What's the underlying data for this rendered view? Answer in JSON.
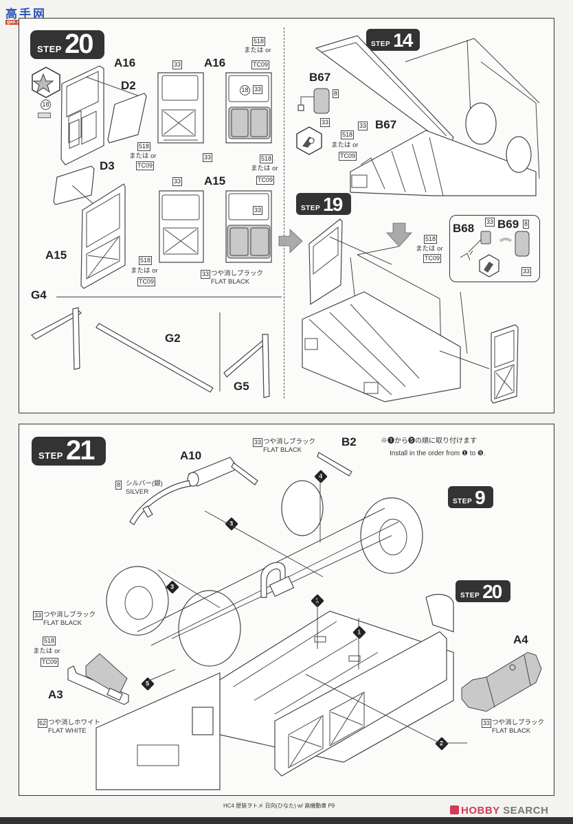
{
  "watermark": {
    "title": "高手网",
    "site": "gao.shou.com"
  },
  "top_panel": {
    "step20": {
      "word": "STEP",
      "number": "20"
    },
    "step14": {
      "word": "STEP",
      "number": "14"
    },
    "step19": {
      "word": "STEP",
      "number": "19"
    },
    "parts": {
      "A16_left": "A16",
      "D2": "D2",
      "A16_center": "A16",
      "D3": "D3",
      "A15_left": "A15",
      "A15_center": "A15",
      "G4": "G4",
      "G2": "G2",
      "G5": "G5",
      "B67_mirror": "B67",
      "B67_bracket": "B67",
      "B68": "B68",
      "B69": "B69"
    },
    "paint": {
      "c18": "18",
      "c33": "33",
      "c518": "518",
      "tc09": "TC09",
      "c8": "8",
      "or_text": "または or",
      "flat_black_jp": "つや消しブラック",
      "flat_black_en": "FLAT BLACK"
    }
  },
  "bottom_panel": {
    "step21": {
      "word": "STEP",
      "number": "21"
    },
    "step9": {
      "word": "STEP",
      "number": "9"
    },
    "step20": {
      "word": "STEP",
      "number": "20"
    },
    "parts": {
      "A10": "A10",
      "B2": "B2",
      "A3": "A3",
      "A4": "A4"
    },
    "paint": {
      "c8": "8",
      "silver_jp": "シルバー(銀)",
      "silver_en": "SILVER",
      "c33": "33",
      "flat_black_jp": "つや消しブラック",
      "flat_black_en": "FLAT BLACK",
      "c518": "518",
      "or_text": "または or",
      "tc09": "TC09",
      "c62": "62",
      "flat_white_jp": "つや消しホワイト",
      "flat_white_en": "FLAT WHITE"
    },
    "note_jp": "※❶から❺の順に取り付けます",
    "note_en": "Install in the order from ❶ to ❺.",
    "order_markers": [
      "1",
      "1",
      "2",
      "3",
      "3",
      "4",
      "5"
    ]
  },
  "footer": {
    "caption": "HC4 歴装ヲトメ 日向(ひなた) w/ 高機動車 P9",
    "brand_main": "HOBBY",
    "brand_sub": "SEARCH"
  }
}
